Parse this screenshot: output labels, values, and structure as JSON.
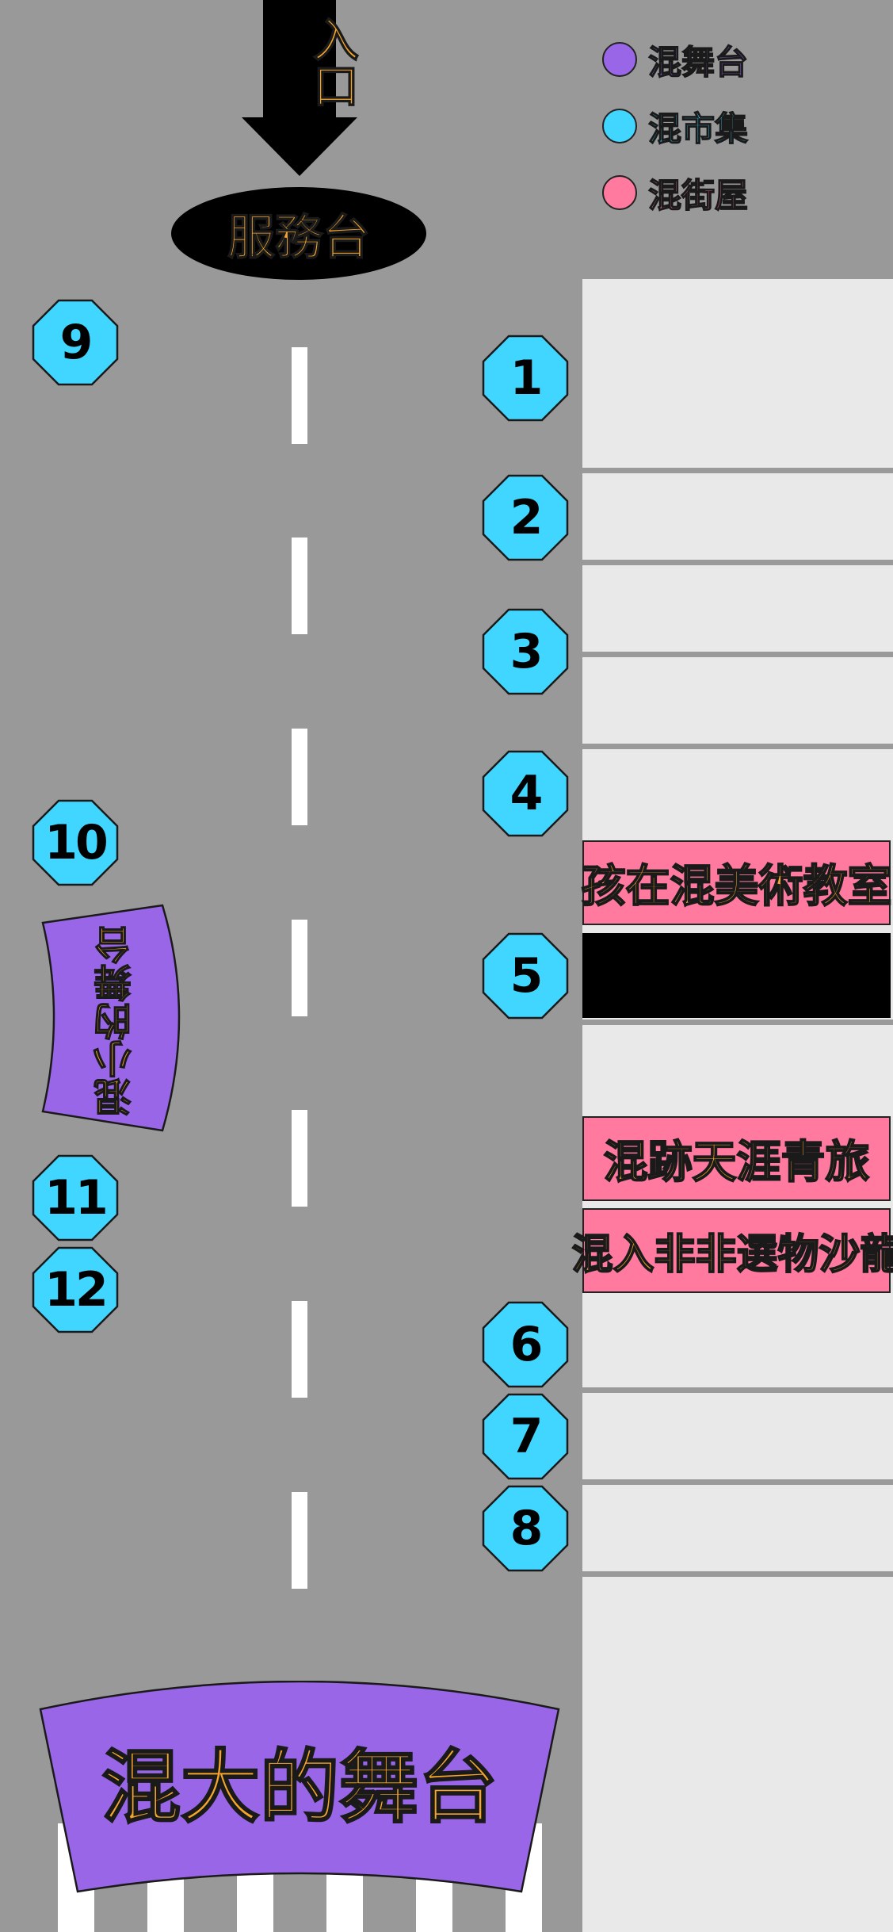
{
  "colors": {
    "road": "#999999",
    "shop_area": "#e9e9e9",
    "stage": "#9966e8",
    "market": "#40d6ff",
    "street_house": "#ff7a9e",
    "label_gold": "#f5a52a",
    "black": "#000000"
  },
  "entrance": {
    "label": "入口",
    "icon": "arrow-down-icon"
  },
  "service_desk": {
    "label": "服務台"
  },
  "legend": [
    {
      "label": "混舞台",
      "color": "#9966e8"
    },
    {
      "label": "混市集",
      "color": "#40d6ff"
    },
    {
      "label": "混街屋",
      "color": "#ff7a9e"
    }
  ],
  "booths": {
    "b1": "1",
    "b2": "2",
    "b3": "3",
    "b4": "4",
    "b5": "5",
    "b6": "6",
    "b7": "7",
    "b8": "8",
    "b9": "9",
    "b10": "10",
    "b11": "11",
    "b12": "12"
  },
  "street_houses": {
    "art_classroom": "孩在混美術教室",
    "hostel": "混跡天涯青旅",
    "salon": "混入非非選物沙龍"
  },
  "small_stage": {
    "label": "混小的舞台"
  },
  "big_stage": {
    "label": "混大的舞台"
  }
}
